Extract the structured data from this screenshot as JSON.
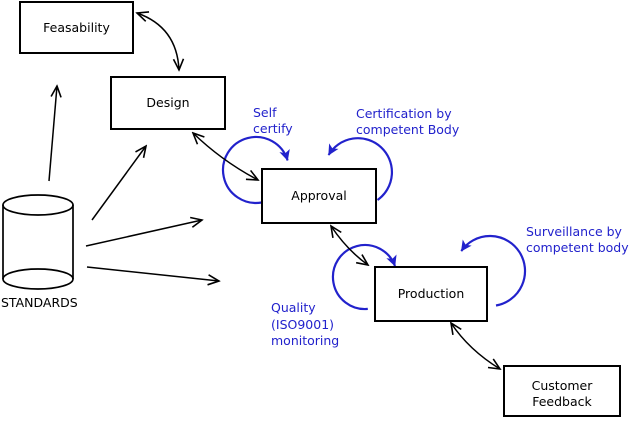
{
  "diagram": {
    "type": "process-flow",
    "nodes": {
      "feasability": "Feasability",
      "design": "Design",
      "approval": "Approval",
      "production": "Production",
      "customer_feedback": [
        "Customer",
        "Feedback"
      ],
      "standards": "STANDARDS"
    },
    "annotations": {
      "self_certify": [
        "Self",
        "certify"
      ],
      "certification": [
        "Certification by",
        "competent Body"
      ],
      "surveillance": [
        "Surveillance by",
        "competent body"
      ],
      "quality": [
        "Quality",
        "(ISO9001)",
        "monitoring"
      ]
    },
    "colors": {
      "line": "#000000",
      "annotation": "#2222cc",
      "background": "#ffffff"
    }
  }
}
